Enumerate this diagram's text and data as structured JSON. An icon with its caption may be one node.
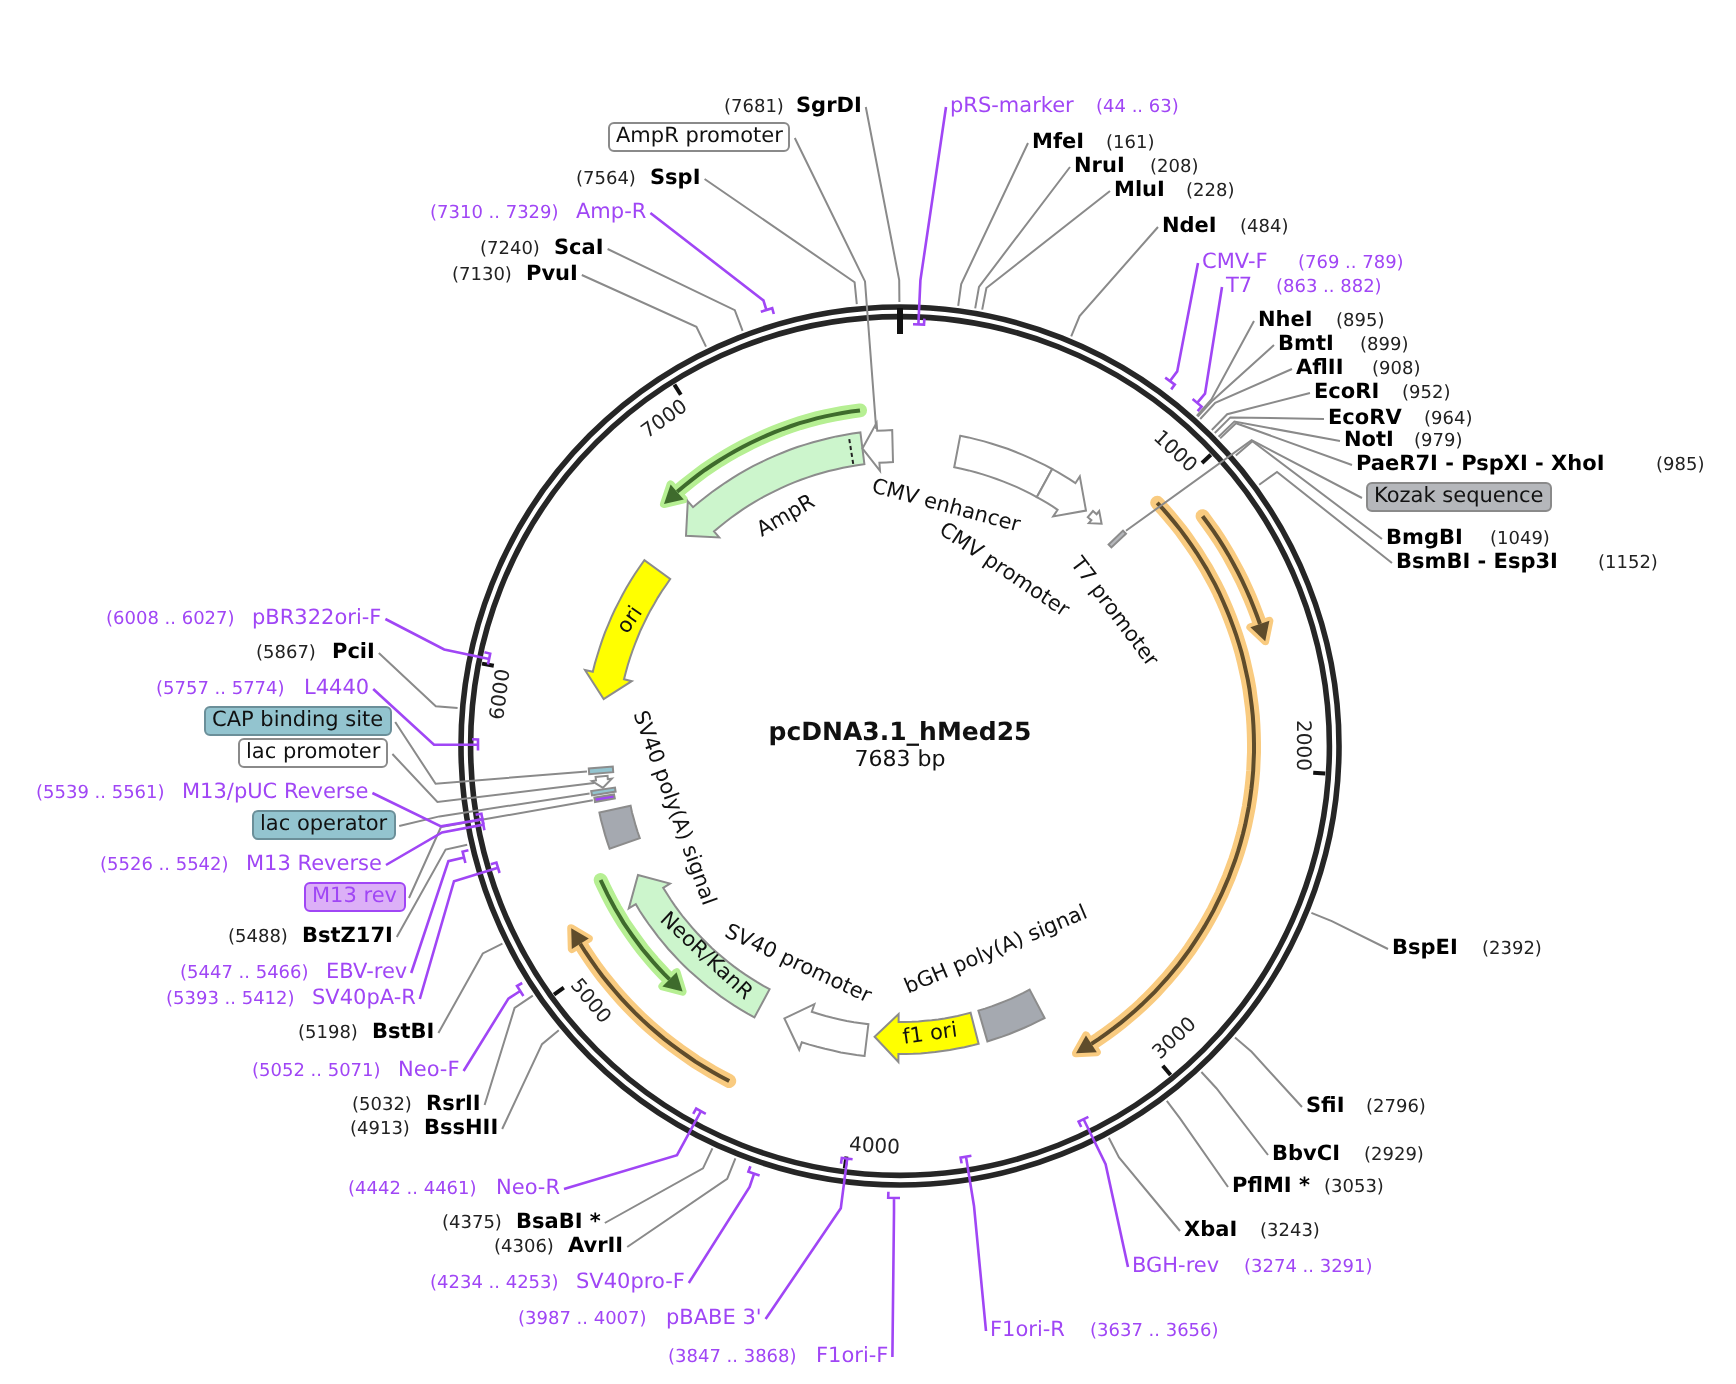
{
  "diagram": {
    "nodes": [
      {
        "text": [
          "pcDNA3.1_hMed25",
          "7683 bp"
        ]
      },
      {
        "text": [
          "AmpR"
        ],
        "in": 0
      },
      {
        "text": [],
        "shape": "arrow",
        "in": 0
      },
      {
        "text": [
          "CMV enhancer"
        ],
        "in": 0
      },
      {
        "text": [
          "CMV promoter"
        ],
        "in": 0
      },
      {
        "text": [
          "T7 promoter"
        ],
        "in": 0
      },
      {
        "text": [],
        "shape": "bar",
        "in": 0
      },
      {
        "text": [
          "ori"
        ],
        "in": 0
      },
      {
        "text": [],
        "shape": "box",
        "in": 0
      },
      {
        "text": [],
        "shape": "arrow",
        "in": 0
      },
      {
        "text": [],
        "shape": "box",
        "in": 0
      },
      {
        "text": [],
        "shape": "bar",
        "in": 0
      },
      {
        "text": [
          "SV40 poly(A) signal"
        ],
        "in": 0
      },
      {
        "text": [
          "NeoR/KanR"
        ],
        "in": 0
      },
      {
        "text": [
          "SV40 promoter"
        ],
        "in": 0
      },
      {
        "text": [
          "f1 ori"
        ],
        "in": 0
      },
      {
        "text": [
          "bGH poly(A) signal"
        ],
        "in": 0
      },
      {
        "text": [
          "pRS-marker",
          "(44 .. 63)"
        ]
      },
      {
        "text": [
          "MfeI",
          "(161)"
        ]
      },
      {
        "text": [
          "NruI",
          "(208)"
        ]
      },
      {
        "text": [
          "MluI",
          "(228)"
        ]
      },
      {
        "text": [
          "NdeI",
          "(484)"
        ]
      },
      {
        "text": [
          "CMV-F",
          "(769 .. 789)"
        ]
      },
      {
        "text": [
          "T7",
          "(863 .. 882)"
        ]
      },
      {
        "text": [
          "NheI",
          "(895)"
        ]
      },
      {
        "text": [
          "BmtI",
          "(899)"
        ]
      },
      {
        "text": [
          "AflII",
          "(908)"
        ]
      },
      {
        "text": [
          "EcoRI",
          "(952)"
        ]
      },
      {
        "text": [
          "EcoRV",
          "(964)"
        ]
      },
      {
        "text": [
          "NotI",
          "(979)"
        ]
      },
      {
        "text": [
          "PaeR7I - PspXI - XhoI",
          "(985)"
        ]
      },
      {
        "text": [
          "Kozak sequence"
        ]
      },
      {
        "text": [
          "BmgBI",
          "(1049)"
        ]
      },
      {
        "text": [
          "BsmBI - Esp3I",
          "(1152)"
        ]
      },
      {
        "text": [
          "BspEI",
          "(2392)"
        ]
      },
      {
        "text": [
          "SfiI",
          "(2796)"
        ]
      },
      {
        "text": [
          "BbvCI",
          "(2929)"
        ]
      },
      {
        "text": [
          "PflMI *",
          "(3053)"
        ]
      },
      {
        "text": [
          "XbaI",
          "(3243)"
        ]
      },
      {
        "text": [
          "BGH-rev",
          "(3274 .. 3291)"
        ]
      },
      {
        "text": [
          "F1ori-R",
          "(3637 .. 3656)"
        ]
      },
      {
        "text": [
          "(3847 .. 3868)",
          "F1ori-F"
        ]
      },
      {
        "text": [
          "(3987 .. 4007)",
          "pBABE 3'"
        ]
      },
      {
        "text": [
          "(4234 .. 4253)",
          "SV40pro-F"
        ]
      },
      {
        "text": [
          "(4306)",
          "AvrII"
        ]
      },
      {
        "text": [
          "(4375)",
          "BsaBI *"
        ]
      },
      {
        "text": [
          "(4442 .. 4461)",
          "Neo-R"
        ]
      },
      {
        "text": [
          "(4913)",
          "BssHII"
        ]
      },
      {
        "text": [
          "(5032)",
          "RsrII"
        ]
      },
      {
        "text": [
          "(5052 .. 5071)",
          "Neo-F"
        ]
      },
      {
        "text": [
          "(5198)",
          "BstBI"
        ]
      },
      {
        "text": [
          "(5393 .. 5412)",
          "SV40pA-R"
        ]
      },
      {
        "text": [
          "(5447 .. 5466)",
          "EBV-rev"
        ]
      },
      {
        "text": [
          "(5488)",
          "BstZ17I"
        ]
      },
      {
        "text": [
          "M13 rev"
        ]
      },
      {
        "text": [
          "(5526 .. 5542)",
          "M13 Reverse"
        ]
      },
      {
        "text": [
          "lac operator"
        ]
      },
      {
        "text": [
          "(5539 .. 5561)",
          "M13/pUC Reverse"
        ]
      },
      {
        "text": [
          "lac promoter"
        ]
      },
      {
        "text": [
          "CAP binding site"
        ]
      },
      {
        "text": [
          "(5757 .. 5774)",
          "L4440"
        ]
      },
      {
        "text": [
          "(5867)",
          "PciI"
        ]
      },
      {
        "text": [
          "(6008 .. 6027)",
          "pBR322ori-F"
        ]
      },
      {
        "text": [
          "(7130)",
          "PvuI"
        ]
      },
      {
        "text": [
          "(7240)",
          "ScaI"
        ]
      },
      {
        "text": [
          "(7310 .. 7329)",
          "Amp-R"
        ]
      },
      {
        "text": [
          "(7564)",
          "SspI"
        ]
      },
      {
        "text": [
          "AmpR promoter"
        ]
      },
      {
        "text": [
          "(7681)",
          "SgrDI"
        ]
      }
    ],
    "edges": [
      {
        "from": 17,
        "to": 0,
        "arrow": "none",
        "color": "#a046f5"
      },
      {
        "from": 18,
        "to": 0,
        "arrow": "none"
      },
      {
        "from": 19,
        "to": 0,
        "arrow": "none"
      },
      {
        "from": 20,
        "to": 0,
        "arrow": "none"
      },
      {
        "from": 21,
        "to": 0,
        "arrow": "none"
      },
      {
        "from": 22,
        "to": 0,
        "arrow": "none",
        "color": "#a046f5"
      },
      {
        "from": 23,
        "to": 0,
        "arrow": "none",
        "color": "#a046f5"
      },
      {
        "from": 24,
        "to": 0,
        "arrow": "none"
      },
      {
        "from": 25,
        "to": 0,
        "arrow": "none"
      },
      {
        "from": 26,
        "to": 0,
        "arrow": "none"
      },
      {
        "from": 27,
        "to": 0,
        "arrow": "none"
      },
      {
        "from": 28,
        "to": 0,
        "arrow": "none"
      },
      {
        "from": 29,
        "to": 0,
        "arrow": "none"
      },
      {
        "from": 30,
        "to": 0,
        "arrow": "none"
      },
      {
        "from": 31,
        "to": 6,
        "arrow": "none"
      },
      {
        "from": 32,
        "to": 0,
        "arrow": "none"
      },
      {
        "from": 33,
        "to": 0,
        "arrow": "none"
      },
      {
        "from": 34,
        "to": 0,
        "arrow": "none"
      },
      {
        "from": 35,
        "to": 0,
        "arrow": "none"
      },
      {
        "from": 36,
        "to": 0,
        "arrow": "none"
      },
      {
        "from": 37,
        "to": 0,
        "arrow": "none"
      },
      {
        "from": 38,
        "to": 0,
        "arrow": "none"
      },
      {
        "from": 39,
        "to": 0,
        "arrow": "none",
        "color": "#a046f5"
      },
      {
        "from": 40,
        "to": 0,
        "arrow": "none",
        "color": "#a046f5"
      },
      {
        "from": 41,
        "to": 0,
        "arrow": "none",
        "color": "#a046f5"
      },
      {
        "from": 42,
        "to": 0,
        "arrow": "none",
        "color": "#a046f5"
      },
      {
        "from": 43,
        "to": 0,
        "arrow": "none",
        "color": "#a046f5"
      },
      {
        "from": 44,
        "to": 0,
        "arrow": "none"
      },
      {
        "from": 45,
        "to": 0,
        "arrow": "none"
      },
      {
        "from": 46,
        "to": 0,
        "arrow": "none",
        "color": "#a046f5"
      },
      {
        "from": 47,
        "to": 0,
        "arrow": "none"
      },
      {
        "from": 48,
        "to": 0,
        "arrow": "none"
      },
      {
        "from": 49,
        "to": 0,
        "arrow": "none",
        "color": "#a046f5"
      },
      {
        "from": 50,
        "to": 0,
        "arrow": "none"
      },
      {
        "from": 51,
        "to": 0,
        "arrow": "none",
        "color": "#a046f5"
      },
      {
        "from": 52,
        "to": 0,
        "arrow": "none",
        "color": "#a046f5"
      },
      {
        "from": 53,
        "to": 0,
        "arrow": "none"
      },
      {
        "from": 54,
        "to": 11,
        "arrow": "none"
      },
      {
        "from": 55,
        "to": 0,
        "arrow": "none",
        "color": "#a046f5"
      },
      {
        "from": 56,
        "to": 10,
        "arrow": "none"
      },
      {
        "from": 57,
        "to": 0,
        "arrow": "none",
        "color": "#a046f5"
      },
      {
        "from": 58,
        "to": 9,
        "arrow": "none"
      },
      {
        "from": 59,
        "to": 8,
        "arrow": "none"
      },
      {
        "from": 60,
        "to": 0,
        "arrow": "none",
        "color": "#a046f5"
      },
      {
        "from": 61,
        "to": 0,
        "arrow": "none"
      },
      {
        "from": 62,
        "to": 0,
        "arrow": "none",
        "color": "#a046f5"
      },
      {
        "from": 63,
        "to": 0,
        "arrow": "none"
      },
      {
        "from": 64,
        "to": 0,
        "arrow": "none"
      },
      {
        "from": 65,
        "to": 0,
        "arrow": "none",
        "color": "#a046f5"
      },
      {
        "from": 66,
        "to": 0,
        "arrow": "none"
      },
      {
        "from": 67,
        "to": 2,
        "arrow": "none"
      },
      {
        "from": 68,
        "to": 0,
        "arrow": "none"
      }
    ],
    "labels": [
      "1000",
      "2000",
      "3000",
      "4000",
      "5000",
      "6000",
      "7000"
    ]
  }
}
